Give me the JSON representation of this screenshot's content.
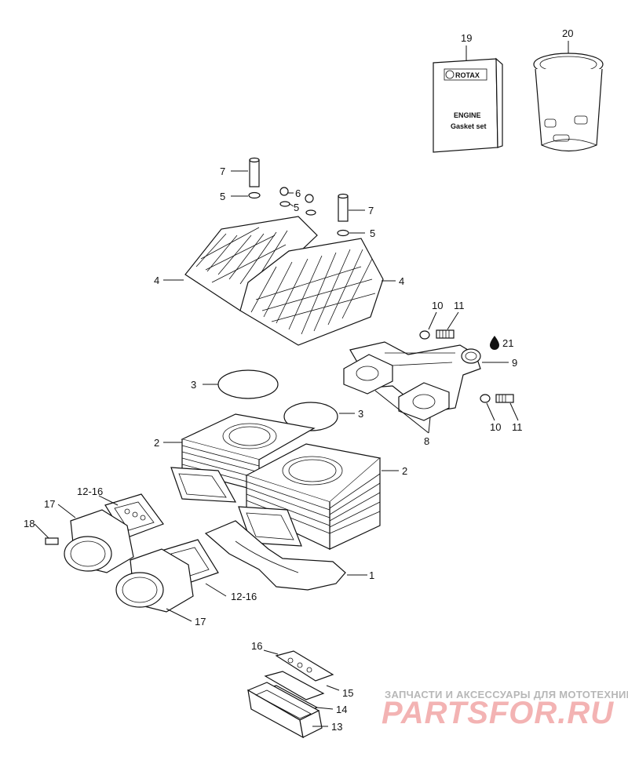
{
  "callouts": {
    "c1": "1",
    "c2a": "2",
    "c2b": "2",
    "c3a": "3",
    "c3b": "3",
    "c4a": "4",
    "c4b": "4",
    "c5a": "5",
    "c5b": "5",
    "c5c": "5",
    "c6": "6",
    "c7a": "7",
    "c7b": "7",
    "c8": "8",
    "c9": "9",
    "c10a": "10",
    "c10b": "10",
    "c11a": "11",
    "c11b": "11",
    "c12a": "12-16",
    "c12b": "12-16",
    "c13": "13",
    "c14": "14",
    "c15": "15",
    "c16": "16",
    "c17a": "17",
    "c17b": "17",
    "c18": "18",
    "c19": "19",
    "c20": "20",
    "c21": "21"
  },
  "gasket_box": {
    "brand": "ROTAX",
    "line1": "ENGINE",
    "line2": "Gasket set"
  },
  "watermark": {
    "tagline": "ЗАПЧАСТИ И АКСЕССУАРЫ ДЛЯ МОТОТЕХНИКИ",
    "logo": "PARTSFOR.RU"
  }
}
